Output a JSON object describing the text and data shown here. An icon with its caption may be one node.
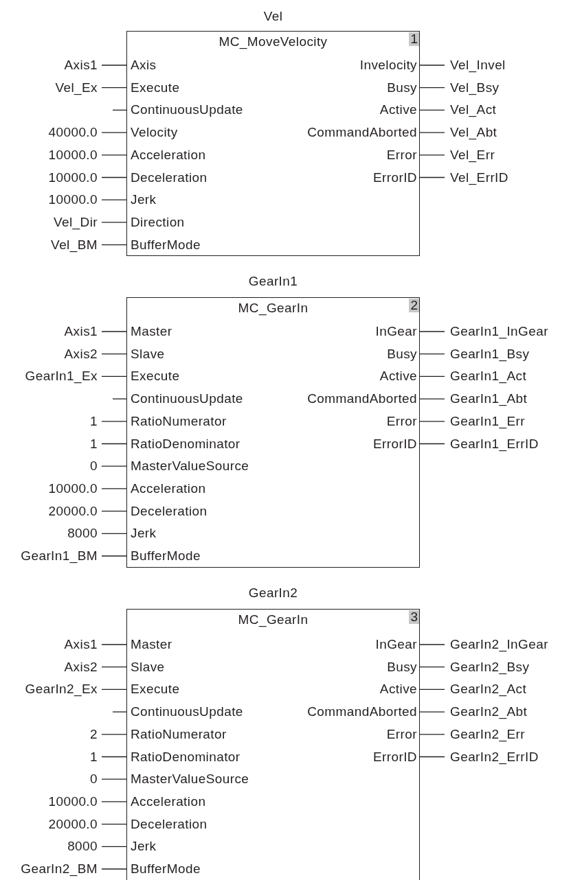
{
  "diagram": {
    "nodes": [
      {
        "text": [
          "Vel",
          "MC_MoveVelocity",
          "1"
        ]
      },
      {
        "text": [
          "Axis1"
        ]
      },
      {
        "text": [
          "Axis"
        ],
        "in": 0
      },
      {
        "text": [
          "Invelocity"
        ],
        "in": 0
      },
      {
        "text": [
          "Vel_Invel"
        ]
      },
      {
        "text": [
          "Vel_Ex"
        ]
      },
      {
        "text": [
          "Execute"
        ],
        "in": 0
      },
      {
        "text": [
          "Busy"
        ],
        "in": 0
      },
      {
        "text": [
          "Vel_Bsy"
        ]
      },
      {
        "text": [
          "ContinuousUpdate"
        ],
        "in": 0
      },
      {
        "text": [
          "Active"
        ],
        "in": 0
      },
      {
        "text": [
          "Vel_Act"
        ]
      },
      {
        "text": [
          "40000.0"
        ]
      },
      {
        "text": [
          "Velocity"
        ],
        "in": 0
      },
      {
        "text": [
          "CommandAborted"
        ],
        "in": 0
      },
      {
        "text": [
          "Vel_Abt"
        ]
      },
      {
        "text": [
          "10000.0"
        ]
      },
      {
        "text": [
          "Acceleration"
        ],
        "in": 0
      },
      {
        "text": [
          "Error"
        ],
        "in": 0
      },
      {
        "text": [
          "Vel_Err"
        ]
      },
      {
        "text": [
          "10000.0"
        ]
      },
      {
        "text": [
          "Deceleration"
        ],
        "in": 0
      },
      {
        "text": [
          "ErrorID"
        ],
        "in": 0
      },
      {
        "text": [
          "Vel_ErrID"
        ]
      },
      {
        "text": [
          "10000.0"
        ]
      },
      {
        "text": [
          "Jerk"
        ],
        "in": 0
      },
      {
        "text": [
          "Vel_Dir"
        ]
      },
      {
        "text": [
          "Direction"
        ],
        "in": 0
      },
      {
        "text": [
          "Vel_BM"
        ]
      },
      {
        "text": [
          "BufferMode"
        ],
        "in": 0
      },
      {
        "text": [
          "GearIn1",
          "MC_GearIn",
          "2"
        ]
      },
      {
        "text": [
          "Axis1"
        ]
      },
      {
        "text": [
          "Master"
        ],
        "in": 30
      },
      {
        "text": [
          "InGear"
        ],
        "in": 30
      },
      {
        "text": [
          "GearIn1_InGear"
        ]
      },
      {
        "text": [
          "Axis2"
        ]
      },
      {
        "text": [
          "Slave"
        ],
        "in": 30
      },
      {
        "text": [
          "Busy"
        ],
        "in": 30
      },
      {
        "text": [
          "GearIn1_Bsy"
        ]
      },
      {
        "text": [
          "GearIn1_Ex"
        ]
      },
      {
        "text": [
          "Execute"
        ],
        "in": 30
      },
      {
        "text": [
          "Active"
        ],
        "in": 30
      },
      {
        "text": [
          "GearIn1_Act"
        ]
      },
      {
        "text": [
          "ContinuousUpdate"
        ],
        "in": 30
      },
      {
        "text": [
          "CommandAborted"
        ],
        "in": 30
      },
      {
        "text": [
          "GearIn1_Abt"
        ]
      },
      {
        "text": [
          "1"
        ]
      },
      {
        "text": [
          "RatioNumerator"
        ],
        "in": 30
      },
      {
        "text": [
          "Error"
        ],
        "in": 30
      },
      {
        "text": [
          "GearIn1_Err"
        ]
      },
      {
        "text": [
          "1"
        ]
      },
      {
        "text": [
          "RatioDenominator"
        ],
        "in": 30
      },
      {
        "text": [
          "ErrorID"
        ],
        "in": 30
      },
      {
        "text": [
          "GearIn1_ErrID"
        ]
      },
      {
        "text": [
          "0"
        ]
      },
      {
        "text": [
          "MasterValueSource"
        ],
        "in": 30
      },
      {
        "text": [
          "10000.0"
        ]
      },
      {
        "text": [
          "Acceleration"
        ],
        "in": 30
      },
      {
        "text": [
          "20000.0"
        ]
      },
      {
        "text": [
          "Deceleration"
        ],
        "in": 30
      },
      {
        "text": [
          "8000"
        ]
      },
      {
        "text": [
          "Jerk"
        ],
        "in": 30
      },
      {
        "text": [
          "GearIn1_BM"
        ]
      },
      {
        "text": [
          "BufferMode"
        ],
        "in": 30
      },
      {
        "text": [
          "GearIn2",
          "MC_GearIn",
          "3"
        ]
      },
      {
        "text": [
          "Axis1"
        ]
      },
      {
        "text": [
          "Master"
        ],
        "in": 64
      },
      {
        "text": [
          "InGear"
        ],
        "in": 64
      },
      {
        "text": [
          "GearIn2_InGear"
        ]
      },
      {
        "text": [
          "Axis2"
        ]
      },
      {
        "text": [
          "Slave"
        ],
        "in": 64
      },
      {
        "text": [
          "Busy"
        ],
        "in": 64
      },
      {
        "text": [
          "GearIn2_Bsy"
        ]
      },
      {
        "text": [
          "GearIn2_Ex"
        ]
      },
      {
        "text": [
          "Execute"
        ],
        "in": 64
      },
      {
        "text": [
          "Active"
        ],
        "in": 64
      },
      {
        "text": [
          "GearIn2_Act"
        ]
      },
      {
        "text": [
          "ContinuousUpdate"
        ],
        "in": 64
      },
      {
        "text": [
          "CommandAborted"
        ],
        "in": 64
      },
      {
        "text": [
          "GearIn2_Abt"
        ]
      },
      {
        "text": [
          "2"
        ]
      },
      {
        "text": [
          "RatioNumerator"
        ],
        "in": 64
      },
      {
        "text": [
          "Error"
        ],
        "in": 64
      },
      {
        "text": [
          "GearIn2_Err"
        ]
      },
      {
        "text": [
          "1"
        ]
      },
      {
        "text": [
          "RatioDenominator"
        ],
        "in": 64
      },
      {
        "text": [
          "ErrorID"
        ],
        "in": 64
      },
      {
        "text": [
          "GearIn2_ErrID"
        ]
      },
      {
        "text": [
          "0"
        ]
      },
      {
        "text": [
          "MasterValueSource"
        ],
        "in": 64
      },
      {
        "text": [
          "10000.0"
        ]
      },
      {
        "text": [
          "Acceleration"
        ],
        "in": 64
      },
      {
        "text": [
          "20000.0"
        ]
      },
      {
        "text": [
          "Deceleration"
        ],
        "in": 64
      },
      {
        "text": [
          "8000"
        ]
      },
      {
        "text": [
          "Jerk"
        ],
        "in": 64
      },
      {
        "text": [
          "GearIn2_BM"
        ]
      },
      {
        "text": [
          "BufferMode"
        ],
        "in": 64
      }
    ],
    "edges": [
      {
        "from": 1,
        "to": 2,
        "arrow": "none"
      },
      {
        "from": 3,
        "to": 4,
        "arrow": "none"
      },
      {
        "from": 5,
        "to": 6,
        "arrow": "none"
      },
      {
        "from": 7,
        "to": 8,
        "arrow": "none"
      },
      {
        "from": null,
        "to": 9,
        "arrow": "none"
      },
      {
        "from": 10,
        "to": 11,
        "arrow": "none"
      },
      {
        "from": 12,
        "to": 13,
        "arrow": "none"
      },
      {
        "from": 14,
        "to": 15,
        "arrow": "none"
      },
      {
        "from": 16,
        "to": 17,
        "arrow": "none"
      },
      {
        "from": 18,
        "to": 19,
        "arrow": "none"
      },
      {
        "from": 20,
        "to": 21,
        "arrow": "none"
      },
      {
        "from": 22,
        "to": 23,
        "arrow": "none"
      },
      {
        "from": 24,
        "to": 25,
        "arrow": "none"
      },
      {
        "from": 26,
        "to": 27,
        "arrow": "none"
      },
      {
        "from": 28,
        "to": 29,
        "arrow": "none"
      },
      {
        "from": 31,
        "to": 32,
        "arrow": "none"
      },
      {
        "from": 33,
        "to": 34,
        "arrow": "none"
      },
      {
        "from": 35,
        "to": 36,
        "arrow": "none"
      },
      {
        "from": 37,
        "to": 38,
        "arrow": "none"
      },
      {
        "from": 39,
        "to": 40,
        "arrow": "none"
      },
      {
        "from": 41,
        "to": 42,
        "arrow": "none"
      },
      {
        "from": null,
        "to": 43,
        "arrow": "none"
      },
      {
        "from": 44,
        "to": 45,
        "arrow": "none"
      },
      {
        "from": 46,
        "to": 47,
        "arrow": "none"
      },
      {
        "from": 48,
        "to": 49,
        "arrow": "none"
      },
      {
        "from": 50,
        "to": 51,
        "arrow": "none"
      },
      {
        "from": 52,
        "to": 53,
        "arrow": "none"
      },
      {
        "from": 54,
        "to": 55,
        "arrow": "none"
      },
      {
        "from": 56,
        "to": 57,
        "arrow": "none"
      },
      {
        "from": 58,
        "to": 59,
        "arrow": "none"
      },
      {
        "from": 60,
        "to": 61,
        "arrow": "none"
      },
      {
        "from": 62,
        "to": 63,
        "arrow": "none"
      },
      {
        "from": 65,
        "to": 66,
        "arrow": "none"
      },
      {
        "from": 67,
        "to": 68,
        "arrow": "none"
      },
      {
        "from": 69,
        "to": 70,
        "arrow": "none"
      },
      {
        "from": 71,
        "to": 72,
        "arrow": "none"
      },
      {
        "from": 73,
        "to": 74,
        "arrow": "none"
      },
      {
        "from": 75,
        "to": 76,
        "arrow": "none"
      },
      {
        "from": null,
        "to": 77,
        "arrow": "none"
      },
      {
        "from": 78,
        "to": 79,
        "arrow": "none"
      },
      {
        "from": 80,
        "to": 81,
        "arrow": "none"
      },
      {
        "from": 82,
        "to": 83,
        "arrow": "none"
      },
      {
        "from": 84,
        "to": 85,
        "arrow": "none"
      },
      {
        "from": 86,
        "to": 87,
        "arrow": "none"
      },
      {
        "from": 88,
        "to": 89,
        "arrow": "none"
      },
      {
        "from": 90,
        "to": 91,
        "arrow": "none"
      },
      {
        "from": 92,
        "to": 93,
        "arrow": "none"
      },
      {
        "from": 94,
        "to": 95,
        "arrow": "none"
      },
      {
        "from": 96,
        "to": 97,
        "arrow": "none"
      }
    ]
  }
}
